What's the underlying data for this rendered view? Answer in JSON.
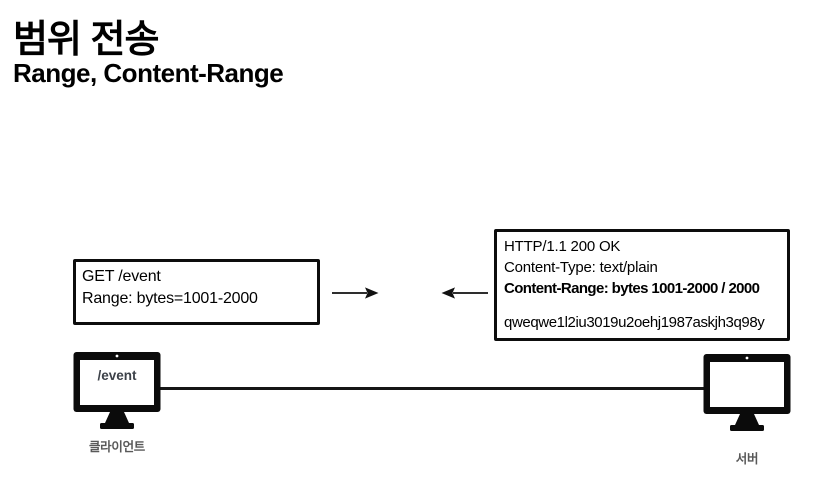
{
  "slide": {
    "title": "범위 전송",
    "subtitle": "Range, Content-Range"
  },
  "request_message": {
    "lines": [
      "GET /event",
      "Range: bytes=1001-2000"
    ]
  },
  "response_message": {
    "status_line": "HTTP/1.1 200 OK",
    "content_type_line": "Content-Type: text/plain",
    "content_range_line": "Content-Range: bytes 1001-2000 / 2000",
    "body": "qweqwe1l2iu3019u2oehj1987askjh3q98y"
  },
  "client": {
    "screen_label": "/event",
    "caption": "클라이언트"
  },
  "server": {
    "caption": "서버"
  },
  "colors": {
    "background": "#ffffff",
    "text": "#000000",
    "caption_gray": "#595959",
    "screen_label_gray": "#3c4148"
  }
}
